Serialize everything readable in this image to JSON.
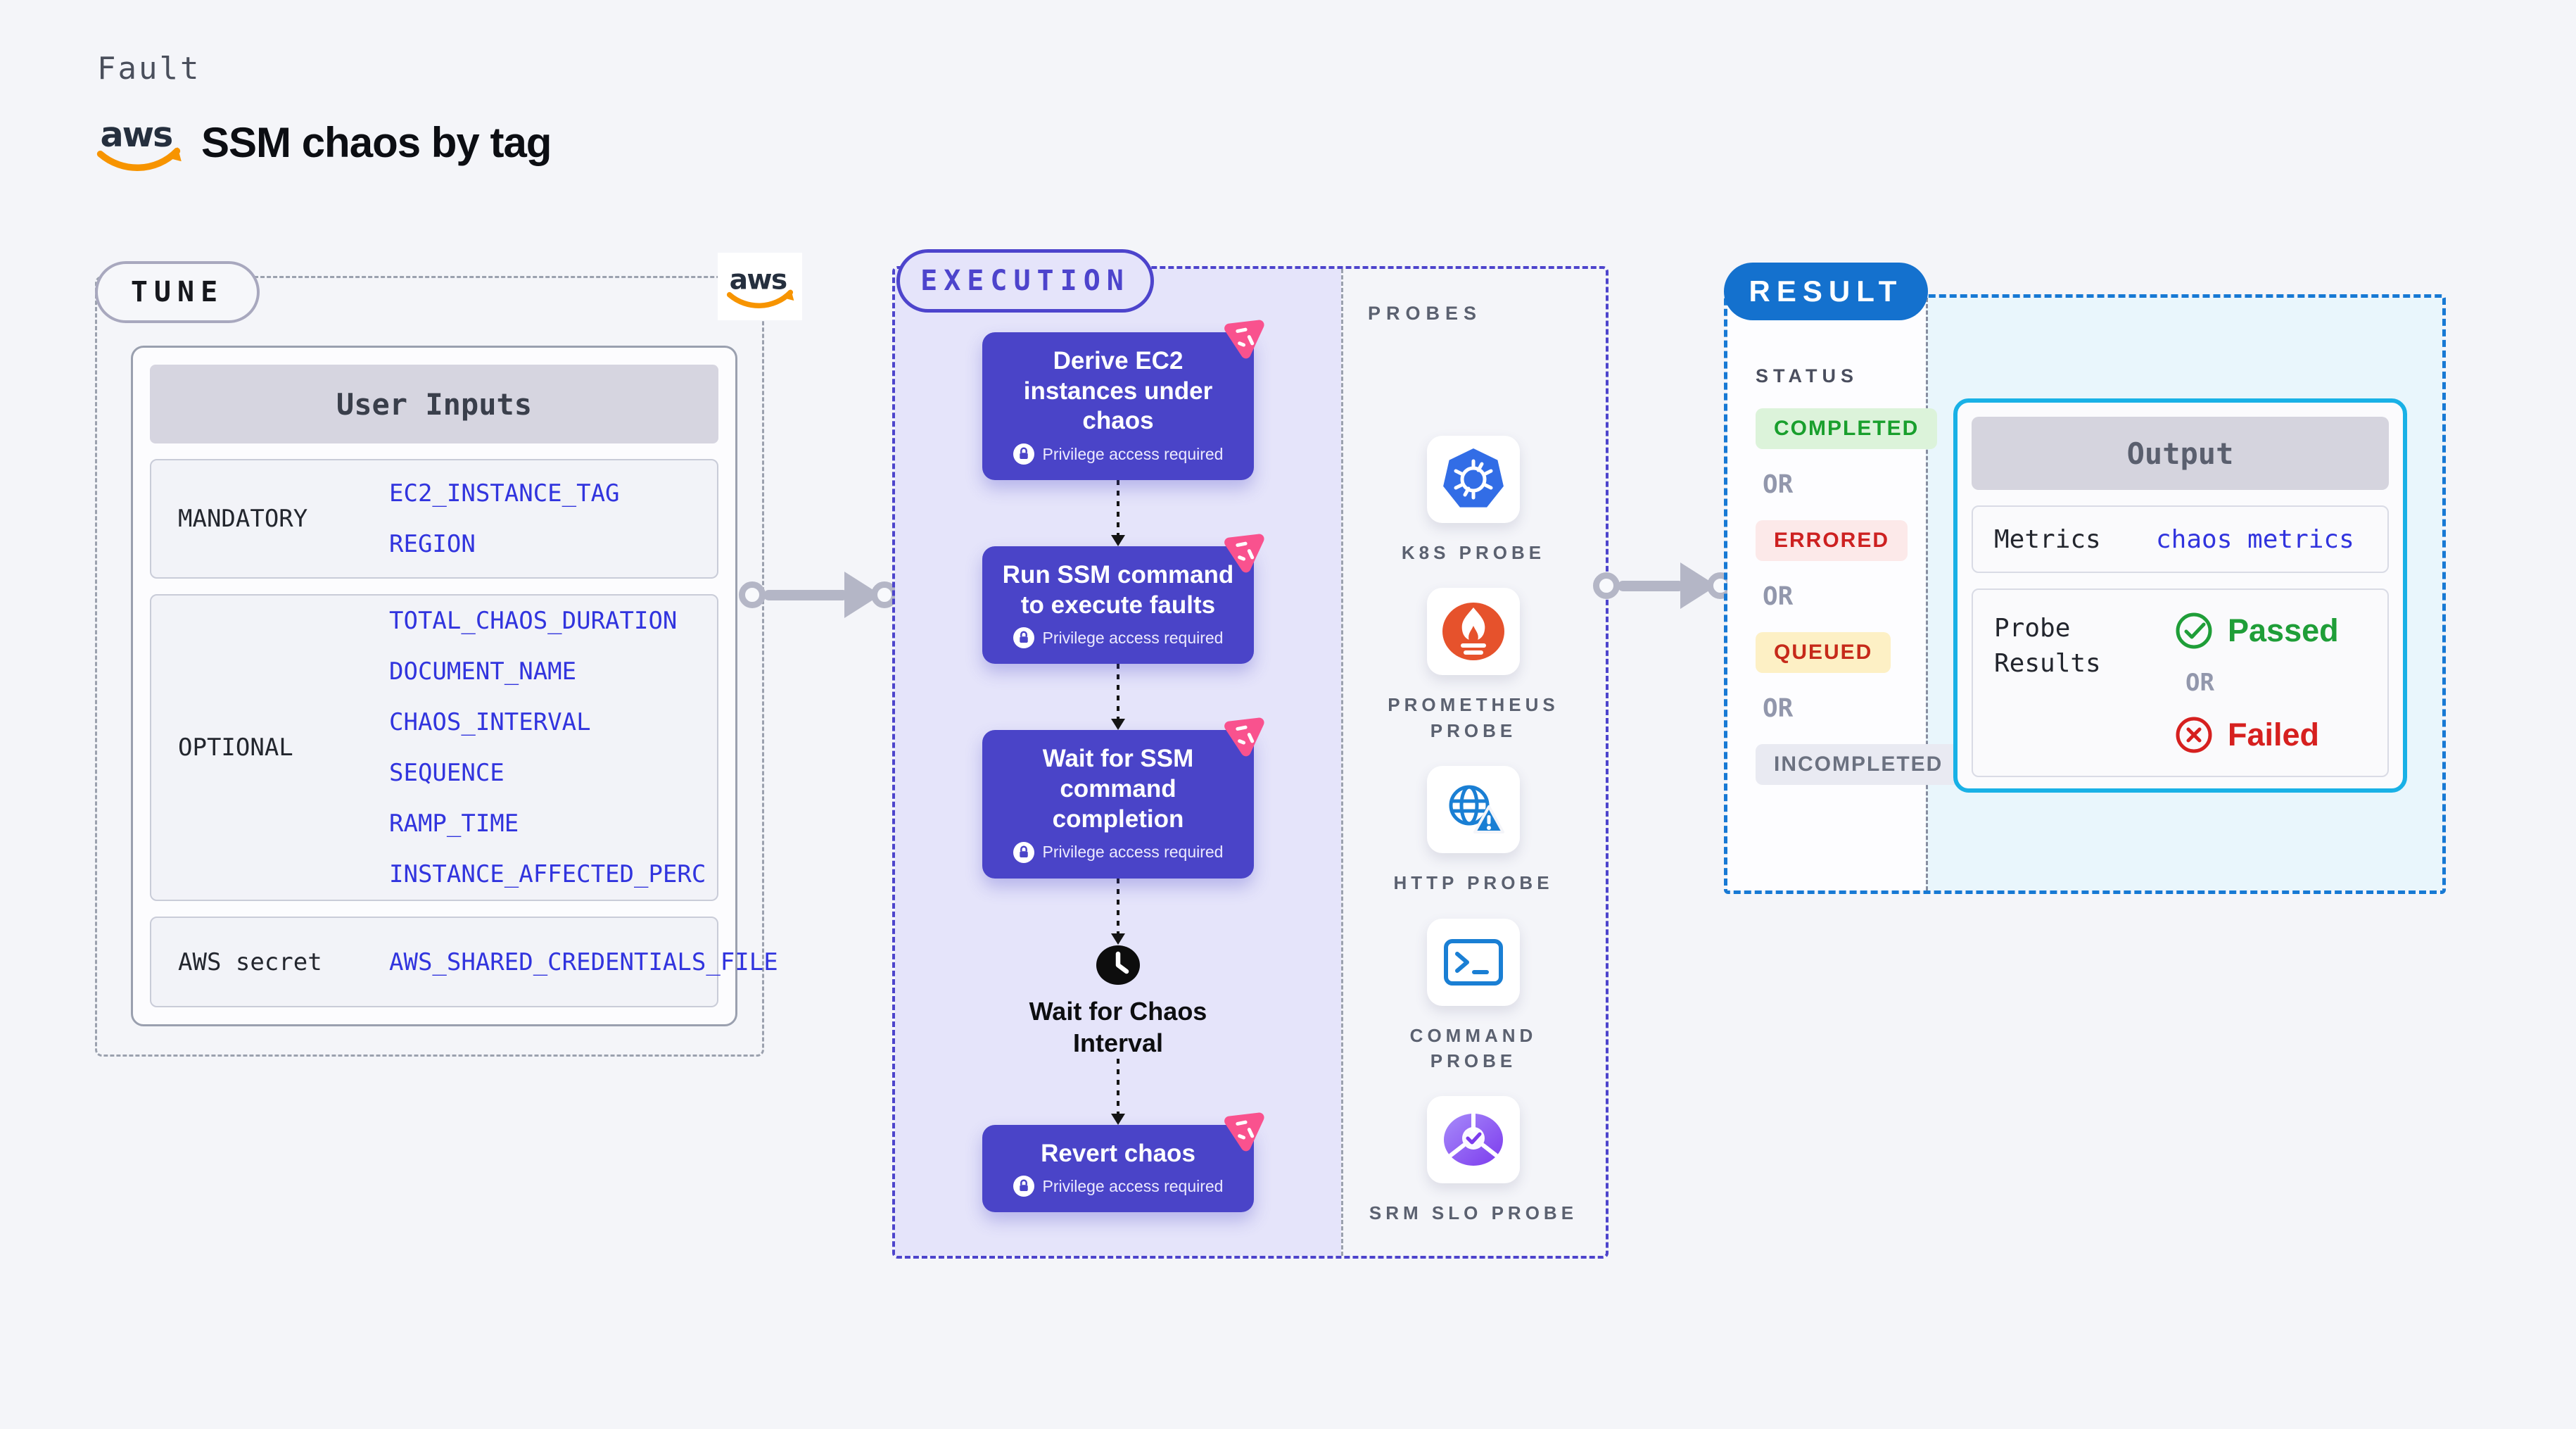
{
  "header": {
    "kicker": "Fault",
    "title": "SSM chaos by tag",
    "brand": "aws"
  },
  "tune": {
    "label": "TUNE",
    "table": {
      "title": "User Inputs",
      "rows": [
        {
          "label": "MANDATORY",
          "params": [
            "EC2_INSTANCE_TAG",
            "REGION"
          ]
        },
        {
          "label": "OPTIONAL",
          "params": [
            "TOTAL_CHAOS_DURATION",
            "DOCUMENT_NAME",
            "CHAOS_INTERVAL",
            "SEQUENCE",
            "RAMP_TIME",
            "INSTANCE_AFFECTED_PERC"
          ]
        },
        {
          "label": "AWS secret",
          "params": [
            "AWS_SHARED_CREDENTIALS_FILE"
          ]
        }
      ]
    }
  },
  "execution": {
    "label": "EXECUTION",
    "privilege_note": "Privilege access required",
    "steps": [
      {
        "title": "Derive EC2 instances under chaos"
      },
      {
        "title": "Run SSM command to execute faults"
      },
      {
        "title": "Wait for SSM command completion"
      },
      {
        "title": "Wait for Chaos Interval"
      },
      {
        "title": "Revert chaos"
      }
    ]
  },
  "probes": {
    "label": "PROBES",
    "items": [
      {
        "name": "K8S PROBE",
        "icon": "kubernetes-icon"
      },
      {
        "name": "PROMETHEUS PROBE",
        "icon": "prometheus-icon"
      },
      {
        "name": "HTTP PROBE",
        "icon": "http-globe-icon"
      },
      {
        "name": "COMMAND PROBE",
        "icon": "command-terminal-icon"
      },
      {
        "name": "SRM SLO PROBE",
        "icon": "srm-slo-icon"
      }
    ]
  },
  "result": {
    "label": "RESULT",
    "status_heading": "STATUS",
    "or_label": "OR",
    "statuses": [
      {
        "text": "COMPLETED",
        "kind": "completed"
      },
      {
        "text": "ERRORED",
        "kind": "errored"
      },
      {
        "text": "QUEUED",
        "kind": "queued"
      },
      {
        "text": "INCOMPLETED",
        "kind": "incompleted"
      }
    ],
    "output": {
      "title": "Output",
      "metrics_label": "Metrics",
      "metrics_value": "chaos metrics",
      "probe_results_label": "Probe Results",
      "passed_label": "Passed",
      "failed_label": "Failed",
      "or_label": "OR"
    }
  },
  "colors": {
    "page_bg": "#f4f5f9",
    "indigo_step": "#4a44c8",
    "lavender_fill": "#e5e4fa",
    "exec_border": "#4d44cc",
    "gray_dash": "#9ba1ae",
    "pink_badge": "#f9528e",
    "result_pill": "#1471ce",
    "result_dash": "#1779d4",
    "cyan_border": "#19b1e6",
    "light_cyan_fill": "#e9f6fc",
    "param_blue": "#3134de",
    "completed_green": "#199f2d",
    "errored_red": "#cd2121",
    "queued_amber_bg": "#fdf0c5",
    "incompleted_gray": "#6b7180",
    "aws_orange": "#f79400",
    "aws_navy": "#252f3e",
    "k8s_blue": "#326de6",
    "prometheus_orange": "#e6522c",
    "probe_blue": "#1a7fd4",
    "srm_purple": "#8b5cf6"
  }
}
